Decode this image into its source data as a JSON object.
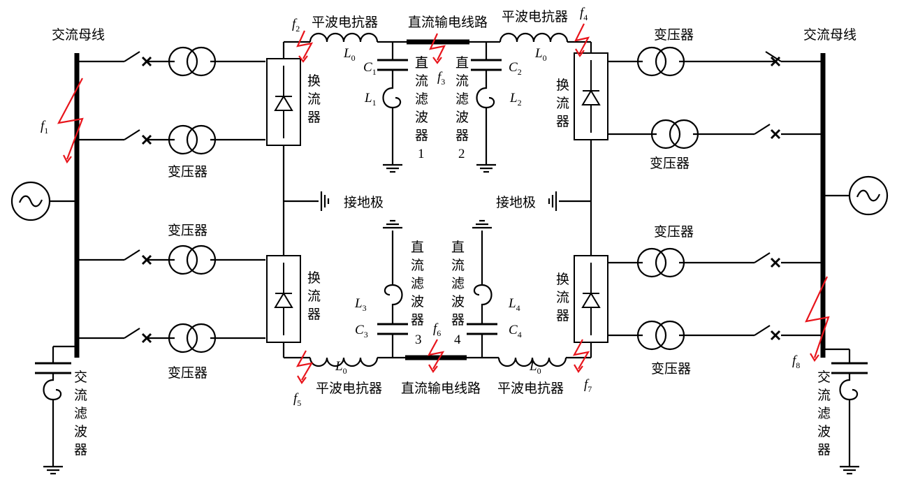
{
  "labels": {
    "ac_bus": "交流母线",
    "transformer": "变压器",
    "converter": [
      "换",
      "流",
      "器"
    ],
    "smoothing_reactor": "平波电抗器",
    "dc_line": "直流输电线路",
    "ground_electrode": "接地极",
    "dc_filter": [
      "直",
      "流",
      "滤",
      "波",
      "器"
    ],
    "ac_filter": [
      "交",
      "流",
      "滤",
      "波",
      "器"
    ],
    "filter_numbers": [
      "1",
      "2",
      "3",
      "4"
    ]
  },
  "symbols": {
    "L0": {
      "base": "L",
      "sub": "0"
    },
    "L1": {
      "base": "L",
      "sub": "1"
    },
    "L2": {
      "base": "L",
      "sub": "2"
    },
    "L3": {
      "base": "L",
      "sub": "3"
    },
    "L4": {
      "base": "L",
      "sub": "4"
    },
    "C1": {
      "base": "C",
      "sub": "1"
    },
    "C2": {
      "base": "C",
      "sub": "2"
    },
    "C3": {
      "base": "C",
      "sub": "3"
    },
    "C4": {
      "base": "C",
      "sub": "4"
    }
  },
  "faults": [
    {
      "base": "f",
      "sub": "1"
    },
    {
      "base": "f",
      "sub": "2"
    },
    {
      "base": "f",
      "sub": "3"
    },
    {
      "base": "f",
      "sub": "4"
    },
    {
      "base": "f",
      "sub": "5"
    },
    {
      "base": "f",
      "sub": "6"
    },
    {
      "base": "f",
      "sub": "7"
    },
    {
      "base": "f",
      "sub": "8"
    }
  ],
  "colors": {
    "fault": "#e8141b",
    "wire": "#000000"
  }
}
